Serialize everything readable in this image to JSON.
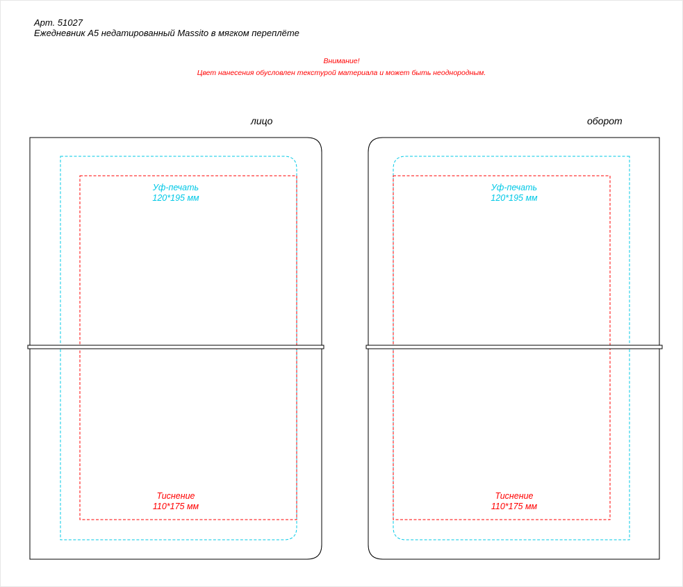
{
  "header": {
    "article": "Арт. 51027",
    "product_name": "Ежедневник А5 недатированный Massito в мягком переплёте"
  },
  "warning": {
    "title": "Внимание!",
    "text": "Цвет нанесения обусловлен текстурой материала и может быть неоднородным."
  },
  "front": {
    "label": "лицо",
    "uv_title": "Уф-печать",
    "uv_size": "120*195 мм",
    "emb_title": "Тиснение",
    "emb_size": "110*175 мм"
  },
  "back": {
    "label": "оборот",
    "uv_title": "Уф-печать",
    "uv_size": "120*195 мм",
    "emb_title": "Тиснение",
    "emb_size": "110*175 мм"
  },
  "colors": {
    "outline": "#000000",
    "uv_zone": "#00c8e6",
    "emboss_zone": "#ff0000"
  }
}
